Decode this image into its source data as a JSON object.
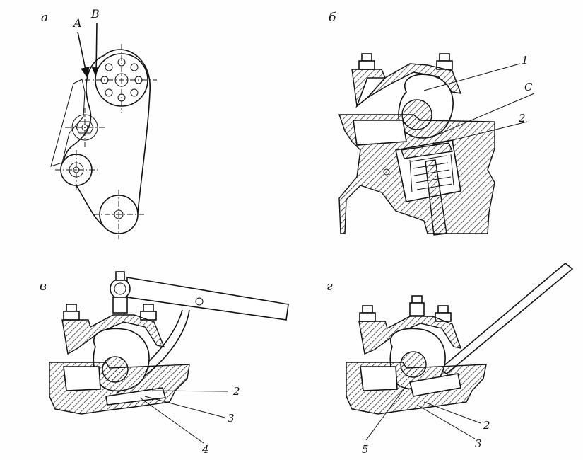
{
  "panels": {
    "a": {
      "letter": "а",
      "marks": [
        "A",
        "B"
      ]
    },
    "b": {
      "letter": "б",
      "callouts": [
        "1",
        "C",
        "2"
      ]
    },
    "v": {
      "letter": "в",
      "callouts": [
        "2",
        "3",
        "4"
      ]
    },
    "g": {
      "letter": "г",
      "callouts": [
        "5",
        "2",
        "3"
      ]
    }
  }
}
